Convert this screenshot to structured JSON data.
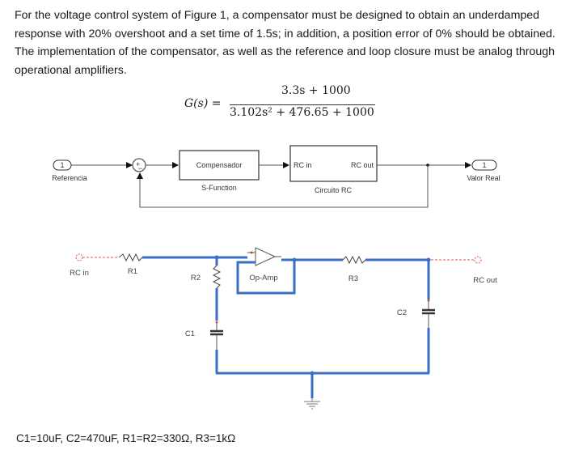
{
  "problem_text": "For the voltage control system of Figure 1, a compensator must be designed to obtain an underdamped response with 20% overshoot and a set time of 1.5s; in addition, a position error of 0% should be obtained. The implementation of the compensator, as well as the reference and loop closure must be analog through operational amplifiers.",
  "transfer_function": {
    "lhs": "G(s) =",
    "numerator": "3.3s + 1000",
    "denominator": "3.102s² + 476.65 + 1000"
  },
  "block_diagram": {
    "input_port": {
      "number": "1",
      "label": "Referencia"
    },
    "sum_signs": {
      "plus": "+",
      "minus": "−"
    },
    "compensator": {
      "name": "Compensador",
      "caption": "S-Function"
    },
    "plant": {
      "in_port": "RC in",
      "out_port": "RC out",
      "caption": "Circuito RC"
    },
    "output_port": {
      "number": "1",
      "label": "Valor Real"
    }
  },
  "circuit": {
    "in_label": "RC in",
    "out_label": "RC out",
    "r1": "R1",
    "r2": "R2",
    "r3": "R3",
    "c1": "C1",
    "c2": "C2",
    "opamp": "Op-Amp",
    "wire_color": "#3a6fc4",
    "port_color": "#e05050"
  },
  "component_values": "C1=10uF, C2=470uF, R1=R2=330Ω, R3=1kΩ"
}
